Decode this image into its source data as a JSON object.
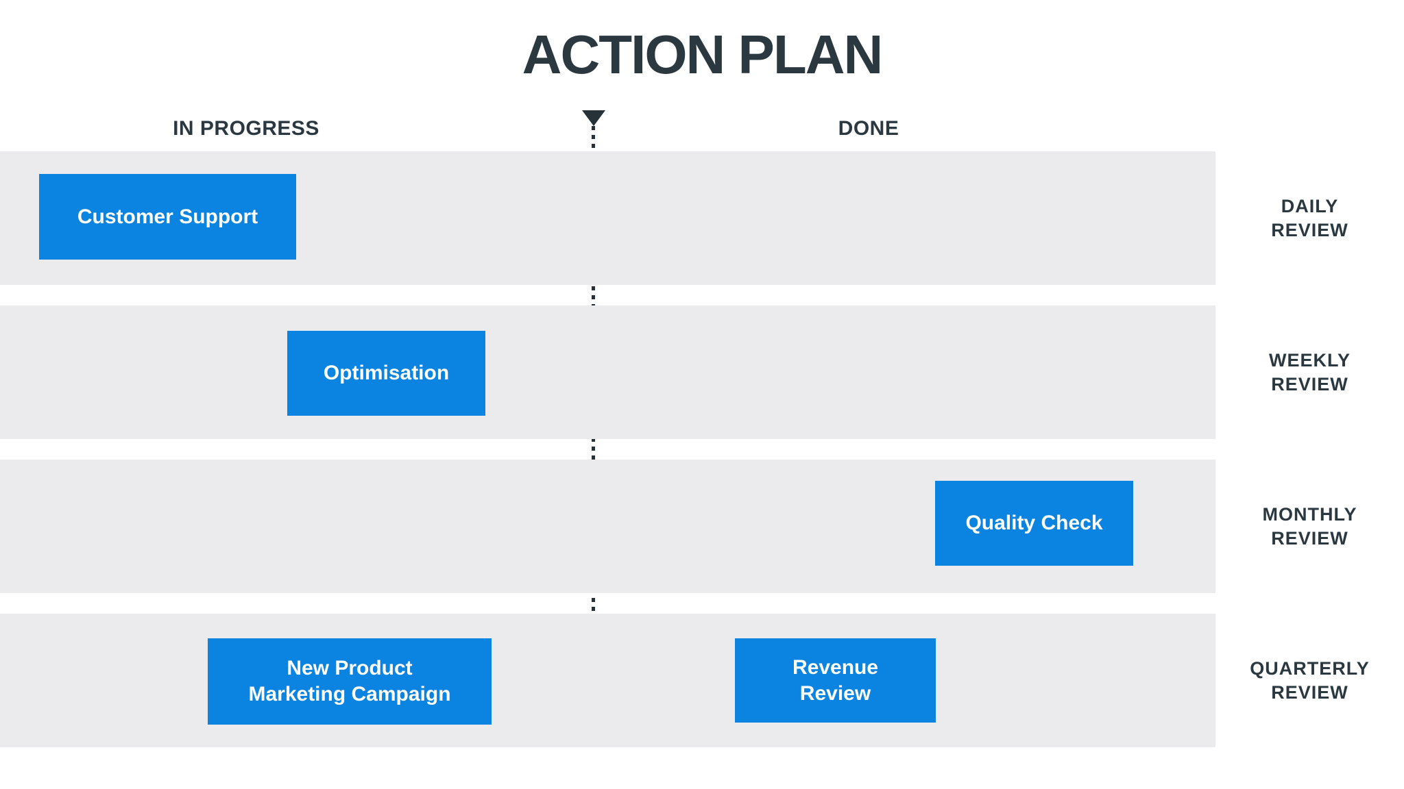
{
  "title": "ACTION PLAN",
  "board": {
    "columns": [
      {
        "id": "in-progress",
        "label": "IN PROGRESS"
      },
      {
        "id": "done",
        "label": "DONE"
      }
    ],
    "lanes": [
      {
        "id": "daily",
        "label_lines": [
          "DAILY",
          "REVIEW"
        ]
      },
      {
        "id": "weekly",
        "label_lines": [
          "WEEKLY",
          "REVIEW"
        ]
      },
      {
        "id": "monthly",
        "label_lines": [
          "MONTHLY",
          "REVIEW"
        ]
      },
      {
        "id": "quarterly",
        "label_lines": [
          "QUARTERLY",
          "REVIEW"
        ]
      }
    ],
    "cards": [
      {
        "lines": [
          "Customer Support"
        ],
        "column": "IN PROGRESS",
        "lane": "DAILY REVIEW"
      },
      {
        "lines": [
          "Optimisation"
        ],
        "column": "IN PROGRESS",
        "lane": "WEEKLY REVIEW"
      },
      {
        "lines": [
          "Quality Check"
        ],
        "column": "DONE",
        "lane": "MONTHLY REVIEW"
      },
      {
        "lines": [
          "New Product",
          "Marketing Campaign"
        ],
        "column": "IN PROGRESS",
        "lane": "QUARTERLY REVIEW"
      },
      {
        "lines": [
          "Revenue",
          "Review"
        ],
        "column": "DONE",
        "lane": "QUARTERLY REVIEW"
      }
    ]
  },
  "colors": {
    "card_blue": "#0b83e0",
    "lane_gray": "#ebeaec",
    "text_dark": "#2b3840",
    "card_text": "#ffffff"
  }
}
